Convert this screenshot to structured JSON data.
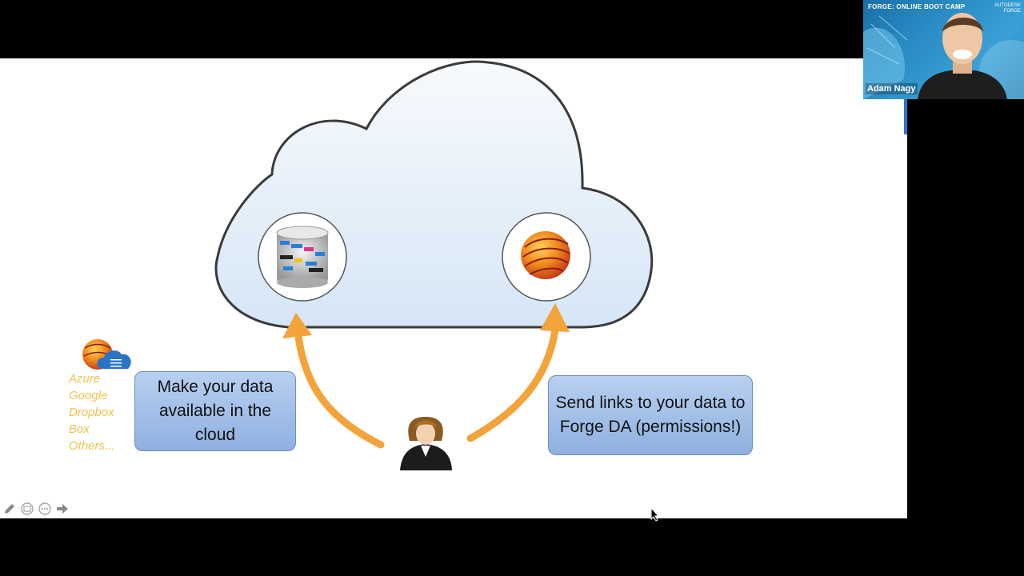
{
  "slide": {
    "callout_left": "Make your data available in the cloud",
    "callout_right": "Send links to your data to Forge DA (permissions!)",
    "providers": [
      "Azure",
      "Google",
      "Dropbox",
      "Box",
      "Others..."
    ]
  },
  "video": {
    "banner": "FORGE: ONLINE BOOT CAMP",
    "brand_line1": "AUTODESK",
    "brand_line2": "FORGE",
    "speaker_name": "Adam Nagy"
  },
  "colors": {
    "arrow": "#f3a33a",
    "callout": "#9fbde8",
    "cloud_border": "#3a3a3a",
    "provider_text": "#f2c24d",
    "accent": "#2a74c8"
  },
  "icons": {
    "database": "database-icon",
    "forge": "forge-logo-icon",
    "user": "user-icon",
    "cloud_settings": "cloud-settings-icon",
    "pen": "pen-icon",
    "image": "image-icon",
    "more": "more-icon",
    "next": "arrow-right-icon",
    "cursor": "mouse-cursor-icon"
  }
}
